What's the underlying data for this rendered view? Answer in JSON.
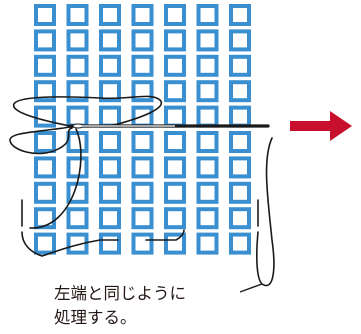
{
  "diagram": {
    "grid": {
      "columns": 7,
      "rows": 10,
      "cell_color": "#3a8fd0",
      "cell_fill": "#ffffff"
    },
    "arrow": {
      "direction": "right",
      "color": "#c8102e"
    },
    "thread_color": "#1a1a1a",
    "needle_icon": "needle-icon"
  },
  "caption": {
    "line1": "左端と同じように",
    "line2": "処理する。"
  }
}
